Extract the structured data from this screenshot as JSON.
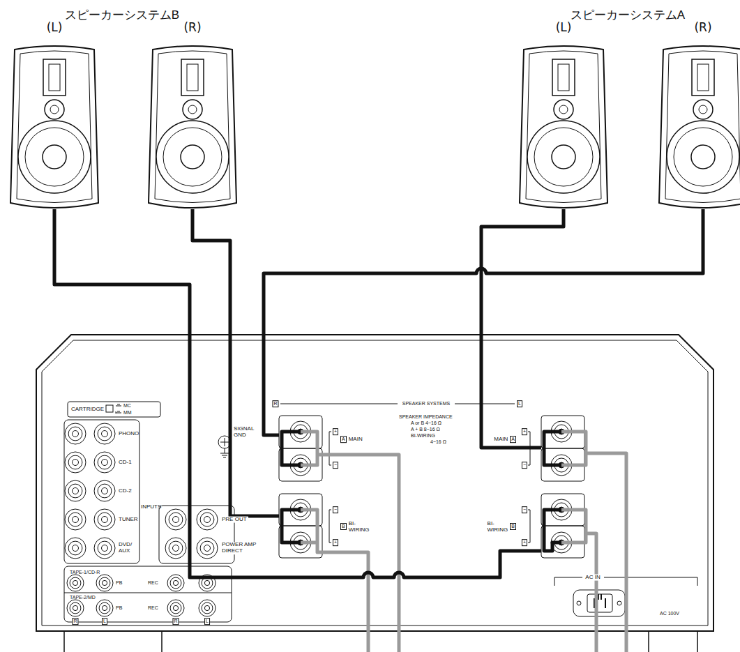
{
  "diagram": {
    "nodes": [
      {
        "text": [
          "(L)"
        ]
      },
      {
        "text": [
          "(R)"
        ]
      },
      {
        "text": [
          "(L)"
        ]
      },
      {
        "text": [
          "(R)"
        ]
      },
      {
        "text": [
          "A",
          "MAIN"
        ]
      },
      {
        "text": [
          "B",
          "BI-WIRING"
        ]
      },
      {
        "text": [
          "MAIN",
          "A"
        ]
      },
      {
        "text": [
          "BI-WIRING",
          "B"
        ]
      }
    ],
    "edges": [
      {
        "from": 0,
        "to": 7,
        "arrow": "none"
      },
      {
        "from": 1,
        "to": 5,
        "arrow": "none"
      },
      {
        "from": 2,
        "to": 6,
        "arrow": "none"
      },
      {
        "from": 3,
        "to": 4,
        "arrow": "none"
      }
    ],
    "labels": [
      "スピーカーシステムB",
      "スピーカーシステムA",
      "CARTRIDGE",
      "MC",
      "MM",
      "PHONO",
      "CD-1",
      "CD-2",
      "INPUTS",
      "TUNER",
      "DVD/ AUX",
      "SIGNAL GND",
      "PRE OUT",
      "POWER AMP DIRECT",
      "TAPE-1/CD-R",
      "PB",
      "REC",
      "TAPE-2/MD",
      "PB",
      "REC",
      "R",
      "L",
      "R",
      "L",
      "R",
      "SPEAKER SYSTEMS",
      "L",
      "SPEAKER IMPEDANCE",
      "A or B 4~16 Ω",
      "A + B 8~16 Ω",
      "BI-WIRING",
      "4~16 Ω",
      "+",
      "−",
      "−",
      "+",
      "+",
      "−",
      "−",
      "+",
      "AC IN",
      "AC 100V"
    ]
  }
}
